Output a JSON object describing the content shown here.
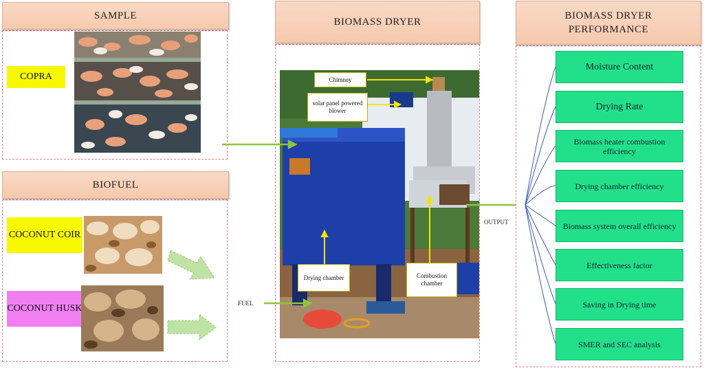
{
  "sample": {
    "header": "SAMPLE",
    "copra_label": "COPRA"
  },
  "biofuel": {
    "header": "BIOFUEL",
    "coir_label": "COCONUT COIR",
    "husk_label": "COCONUT HUSK"
  },
  "dryer": {
    "header": "BIOMASS DRYER",
    "callouts": {
      "chimney": "Chimney",
      "blower": "solar panel powered blower",
      "drying_chamber": "Drying chamber",
      "combustion_chamber": "Combustion chamber"
    },
    "fuel_label": "FUEL",
    "output_label": "OUTPUT"
  },
  "performance": {
    "header": "BIOMASS DRYER PERFORMANCE",
    "items": [
      "Moisture Content",
      "Drying Rate",
      "Biomass heater combustion efficiency",
      "Drying chamber efficiency",
      "Biomass system overall efficiency",
      "Effectiveness factor",
      "Saving in Drying time",
      "SMER and SEC analysis"
    ]
  },
  "colors": {
    "header_fill": "#f6c9ad",
    "panel_border": "#e8848a",
    "metric_fill": "#22e08a",
    "yellow_label": "#f8f800",
    "pink_label": "#f17ff1",
    "arrow_green": "#8cc63f",
    "dryer_blue": "#1f3fa8"
  }
}
